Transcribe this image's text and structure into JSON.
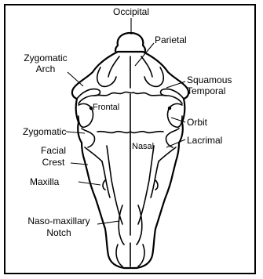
{
  "labels": {
    "occipital": "Occipital",
    "parietal": "Parietal",
    "zygomatic_arch_line1": "Zygomatic",
    "zygomatic_arch_line2": "Arch",
    "squamous_temporal_line1": "Squamous",
    "squamous_temporal_line2": "Temporal",
    "frontal": "Frontal",
    "orbit": "Orbit",
    "zygomatic": "Zygomatic",
    "nasal": "Nasal",
    "lacrimal": "Lacrimal",
    "facial_crest_line1": "Facial",
    "facial_crest_line2": "Crest",
    "maxilla": "Maxilla",
    "naso_maxillary_notch_line1": "Naso-maxillary",
    "naso_maxillary_notch_line2": "Notch"
  },
  "colors": {
    "ink": "#000000",
    "background": "#ffffff"
  }
}
